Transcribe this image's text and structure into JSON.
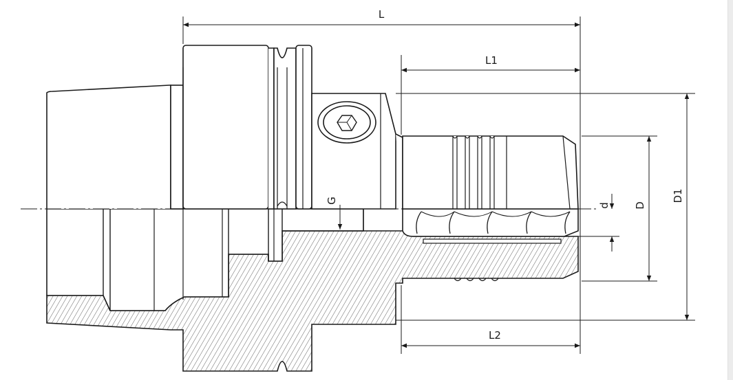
{
  "labels": {
    "L": "L",
    "L1": "L1",
    "L2": "L2",
    "G": "G",
    "d": "d",
    "D": "D",
    "D1": "D1"
  },
  "colors": {
    "line": "#1a1a1a",
    "hatch": "#3a3a3a",
    "background": "#ffffff",
    "scrollbar": "#ececec"
  }
}
